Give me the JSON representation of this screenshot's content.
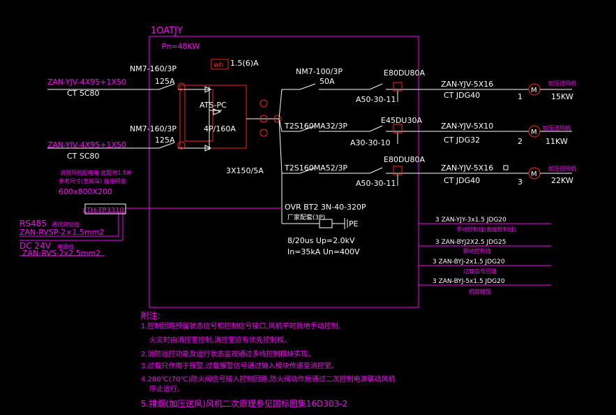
{
  "panel": {
    "id": "1OATJY",
    "power": "Pn=48KW",
    "meter_tag": "wh",
    "meter_rating": "1.5(6)A",
    "ats_line1": "ATS-PC",
    "ats_line2": "4P/160A",
    "ct_rating": "3X150/5A"
  },
  "incomers": [
    {
      "breaker": "NM7-160/3P",
      "current": "125A",
      "cable": "ZAN-YJV-4X95+1X50",
      "conduit": "CT SC80"
    },
    {
      "breaker": "NM7-160/3P",
      "current": "125A",
      "cable": "ZAN-YJV-4X95+1X50",
      "conduit": "CT SC80"
    }
  ],
  "ats_controller": {
    "note_line1": "消防风机配电箱  底距地1.5米",
    "note_line2": "参考尺寸(宽高深)  挂墙明装",
    "size": "600x800X200",
    "module": "TH-TP3310"
  },
  "comms": {
    "rs485": "RS485",
    "rs485_note": "通讯双绞线",
    "rs485_cable": "ZAN-RVSP-2×1.5mm2",
    "dc24": "DC 24V",
    "dc24_note": "电源线",
    "dc24_cable": "ZAN-RVS-2x2.5mm2"
  },
  "outgoing": [
    {
      "breaker": "NM7-100/3P",
      "current": "50A",
      "contactor": "E80DU80A",
      "relay": "A50-30-11",
      "cable": "ZAN-YJV-5X16",
      "conduit": "CT JDG40",
      "num": "1",
      "fan": "加压送风机",
      "power": "15KW"
    },
    {
      "breaker": "T2S160MA32/3P",
      "current": "",
      "contactor": "E45DU30A",
      "relay": "A30-30-10",
      "cable": "ZAN-YJV-5X10",
      "conduit": "CT JDG32",
      "num": "2",
      "fan": "加压送风机",
      "power": "11KW"
    },
    {
      "breaker": "T2S160MA52/3P",
      "current": "",
      "contactor": "E80DU80A",
      "relay": "A50-30-11",
      "cable": "ZAN-YJV-5X16",
      "conduit": "CT JDG40",
      "num": "3",
      "fan": "加压送风机",
      "power": "22KW"
    }
  ],
  "spd": {
    "model": "OVR BT2 3N-40-320P",
    "note": "厂家配套(3P)",
    "pe": "PE",
    "spec1": "8/20us   Up=2.0kV",
    "spec2": "In=35kA  Un=400V"
  },
  "control_lines": [
    {
      "cable": "3 ZAN-YJY-3x1.5 JDG20",
      "label": "手动控制线(直接控制线)"
    },
    {
      "cable": "3 ZAN-BYJ2X2.5 JDG25",
      "label": "联动控制线"
    },
    {
      "cable": "3 ZAN-BYJ-2x1.5 JDG20",
      "label": "过载信号回路"
    },
    {
      "cable": "3 ZAN-BYJ-5x1.5 JDG20",
      "label": "机房按钮"
    }
  ],
  "notes": {
    "title": "附注:",
    "n1a": "1.控制回路预留状态信号和控制信号接口,风机平时就地手动控制,",
    "n1b": "火灾时由消控室控制,消控室应有优先控制权。",
    "n2": "2.消防远控功能及运行状态监视通过多线控制模块实现。",
    "n3": "3.过载只作用于报警,过载报警信号通过输入模块传递至消控室。",
    "n4a": "4.280℃(70℃)防火阀信号接入控制回路,防火阀动作后通过二次控制电源联动风机",
    "n4b": "停止运行。",
    "n5": "5.排烟(加压送风)风机二次原理参见国标图集16D303-2"
  },
  "colors": {
    "text": "#ffffff",
    "annotation": "#ff00ff",
    "box": "#ff2020",
    "background": "#000000"
  }
}
